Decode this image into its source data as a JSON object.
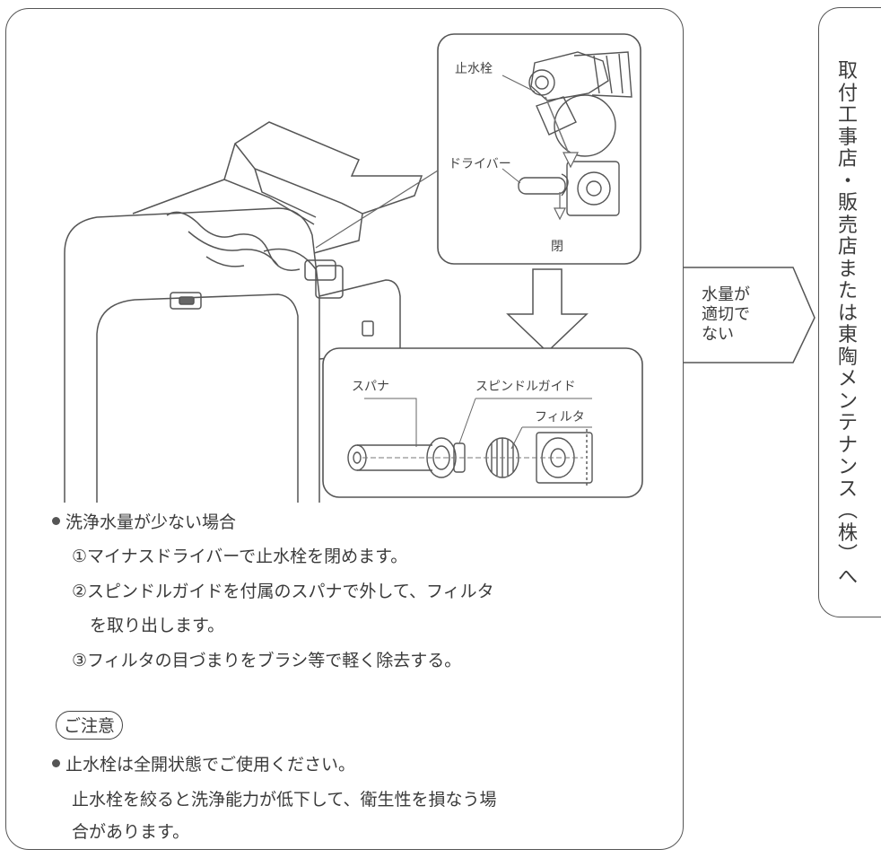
{
  "labels": {
    "stop_valve": "止水栓",
    "driver": "ドライバー",
    "close": "閉",
    "spanner": "スパナ",
    "spindle_guide": "スピンドルガイド",
    "filter": "フィルタ"
  },
  "instructions": {
    "heading": "洗浄水量が少ない場合",
    "step1": "①マイナスドライバーで止水栓を閉めます。",
    "step2a": "②スピンドルガイドを付属のスパナで外して、フィルタ",
    "step2b": "を取り出します。",
    "step3": "③フィルタの目づまりをブラシ等で軽く除去する。"
  },
  "caution": {
    "badge": "ご注意",
    "bullet": "止水栓は全開状態でご使用ください。",
    "line2": "止水栓を絞ると洗浄能力が低下して、衛生性を損なう場",
    "line3": "合があります。"
  },
  "arrow_label": {
    "line1": "水量が",
    "line2": "適切で",
    "line3": "ない"
  },
  "side_text": "取付工事店・販売店または東陶メンテナンス(株)へ"
}
